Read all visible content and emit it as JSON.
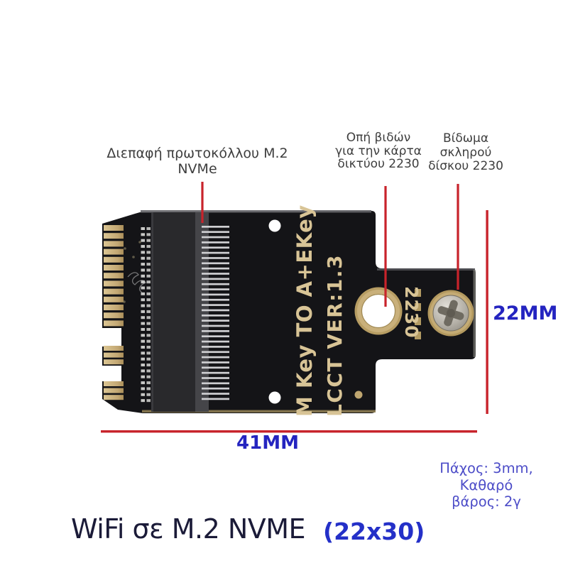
{
  "annotations": {
    "interface_label": "Διεπαφή πρωτοκόλλου M.2 NVMe",
    "screw_hole_label": [
      "Οπή βιδών",
      "για την κάρτα",
      "δικτύου 2230"
    ],
    "screw_label": [
      "Βίδωμα",
      "σκληρού",
      "δίσκου 2230"
    ]
  },
  "dimensions": {
    "board_height": "22MM",
    "board_width": "41MM"
  },
  "specs": [
    "Πάχος: 3mm,",
    "Καθαρό",
    "βάρος: 2γ"
  ],
  "footer": {
    "title": "WiFi σε M.2 NVME",
    "size_note": "(22x30)"
  },
  "pcb": {
    "silkscreen_main": "M Key TO A+EKey",
    "silkscreen_version": "LCCT VER:1.3",
    "size_marking": "2230"
  },
  "colors": {
    "annotation_red": "#c8232b",
    "dimension_blue": "#2424c0",
    "spec_blue": "#4d4dc8",
    "title_navy": "#1b1b38",
    "silkscreen_gold": "#d8c496",
    "pcb_black": "#141417",
    "connector_gold": "#c7ad79"
  }
}
